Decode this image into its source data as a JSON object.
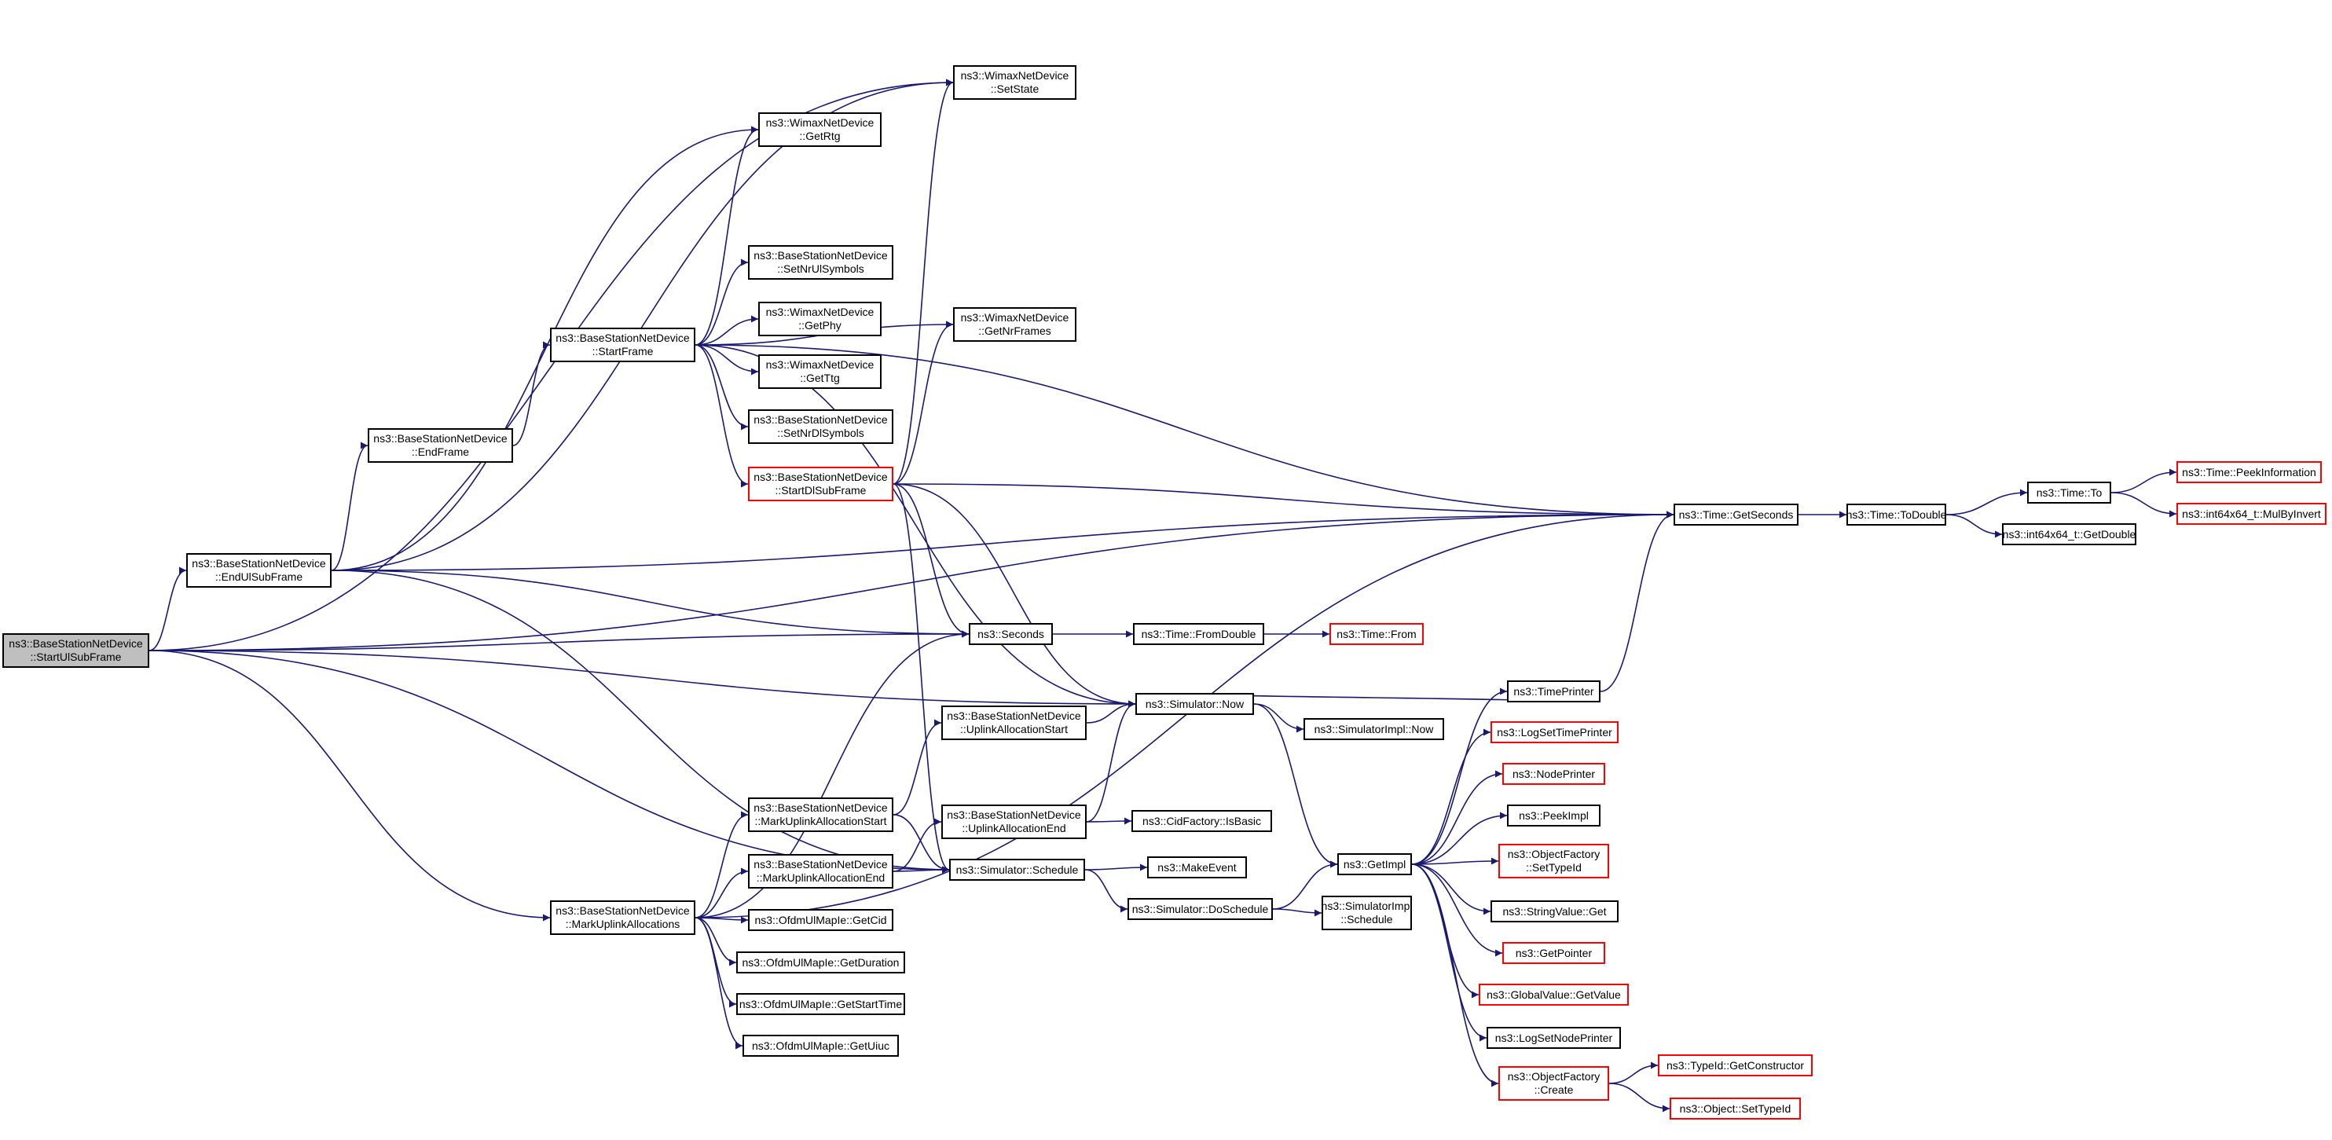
{
  "diagram": {
    "type": "call-graph",
    "colors": {
      "edge": "#191970",
      "node_border": "#000000",
      "truncated_node_border": "#ff0000",
      "root_fill": "#bfbfbf",
      "node_fill": "#ffffff"
    },
    "nodes": [
      {
        "id": "startulsubframe",
        "lines": [
          "ns3::BaseStationNetDevice",
          "::StartUlSubFrame"
        ],
        "style": "root"
      },
      {
        "id": "endulsubframe",
        "lines": [
          "ns3::BaseStationNetDevice",
          "::EndUlSubFrame"
        ],
        "style": "normal"
      },
      {
        "id": "endframe",
        "lines": [
          "ns3::BaseStationNetDevice",
          "::EndFrame"
        ],
        "style": "normal"
      },
      {
        "id": "startframe",
        "lines": [
          "ns3::BaseStationNetDevice",
          "::StartFrame"
        ],
        "style": "normal"
      },
      {
        "id": "getrtg",
        "lines": [
          "ns3::WimaxNetDevice",
          "::GetRtg"
        ],
        "style": "normal"
      },
      {
        "id": "setstate",
        "lines": [
          "ns3::WimaxNetDevice",
          "::SetState"
        ],
        "style": "normal"
      },
      {
        "id": "setnrulsymbols",
        "lines": [
          "ns3::BaseStationNetDevice",
          "::SetNrUlSymbols"
        ],
        "style": "normal"
      },
      {
        "id": "getphy",
        "lines": [
          "ns3::WimaxNetDevice",
          "::GetPhy"
        ],
        "style": "normal"
      },
      {
        "id": "getttg",
        "lines": [
          "ns3::WimaxNetDevice",
          "::GetTtg"
        ],
        "style": "normal"
      },
      {
        "id": "setnrdlsymbols",
        "lines": [
          "ns3::BaseStationNetDevice",
          "::SetNrDlSymbols"
        ],
        "style": "normal"
      },
      {
        "id": "startdlsubframe",
        "lines": [
          "ns3::BaseStationNetDevice",
          "::StartDlSubFrame"
        ],
        "style": "truncated"
      },
      {
        "id": "getnrframes",
        "lines": [
          "ns3::WimaxNetDevice",
          "::GetNrFrames"
        ],
        "style": "normal"
      },
      {
        "id": "markuplinkallocations",
        "lines": [
          "ns3::BaseStationNetDevice",
          "::MarkUplinkAllocations"
        ],
        "style": "normal"
      },
      {
        "id": "markuplinkallocationstart",
        "lines": [
          "ns3::BaseStationNetDevice",
          "::MarkUplinkAllocationStart"
        ],
        "style": "normal"
      },
      {
        "id": "markuplinkallocationend",
        "lines": [
          "ns3::BaseStationNetDevice",
          "::MarkUplinkAllocationEnd"
        ],
        "style": "normal"
      },
      {
        "id": "getcid",
        "lines": [
          "ns3::OfdmUlMapIe::GetCid"
        ],
        "style": "normal"
      },
      {
        "id": "getduration",
        "lines": [
          "ns3::OfdmUlMapIe::GetDuration"
        ],
        "style": "normal"
      },
      {
        "id": "getstarttime",
        "lines": [
          "ns3::OfdmUlMapIe::GetStartTime"
        ],
        "style": "normal"
      },
      {
        "id": "getuiuc",
        "lines": [
          "ns3::OfdmUlMapIe::GetUiuc"
        ],
        "style": "normal"
      },
      {
        "id": "uplinkallocationstart",
        "lines": [
          "ns3::BaseStationNetDevice",
          "::UplinkAllocationStart"
        ],
        "style": "normal"
      },
      {
        "id": "uplinkallocationend",
        "lines": [
          "ns3::BaseStationNetDevice",
          "::UplinkAllocationEnd"
        ],
        "style": "normal"
      },
      {
        "id": "seconds",
        "lines": [
          "ns3::Seconds"
        ],
        "style": "normal"
      },
      {
        "id": "simulatornow",
        "lines": [
          "ns3::Simulator::Now"
        ],
        "style": "normal"
      },
      {
        "id": "simulatorschedule",
        "lines": [
          "ns3::Simulator::Schedule"
        ],
        "style": "normal"
      },
      {
        "id": "fromdouble",
        "lines": [
          "ns3::Time::FromDouble"
        ],
        "style": "normal"
      },
      {
        "id": "timefrom",
        "lines": [
          "ns3::Time::From"
        ],
        "style": "truncated"
      },
      {
        "id": "simulatorimplnow",
        "lines": [
          "ns3::SimulatorImpl::Now"
        ],
        "style": "normal"
      },
      {
        "id": "cidfactoryisbasic",
        "lines": [
          "ns3::CidFactory::IsBasic"
        ],
        "style": "normal"
      },
      {
        "id": "makeevent",
        "lines": [
          "ns3::MakeEvent"
        ],
        "style": "normal"
      },
      {
        "id": "doschedule",
        "lines": [
          "ns3::Simulator::DoSchedule"
        ],
        "style": "normal"
      },
      {
        "id": "simulatorimplschedule",
        "lines": [
          "ns3::SimulatorImpl",
          "::Schedule"
        ],
        "style": "normal"
      },
      {
        "id": "getimpl",
        "lines": [
          "ns3::GetImpl"
        ],
        "style": "normal"
      },
      {
        "id": "timeprinter",
        "lines": [
          "ns3::TimePrinter"
        ],
        "style": "normal"
      },
      {
        "id": "gettimeseconds",
        "lines": [
          "ns3::Time::GetSeconds"
        ],
        "style": "normal"
      },
      {
        "id": "todouble",
        "lines": [
          "ns3::Time::ToDouble"
        ],
        "style": "normal"
      },
      {
        "id": "timeto",
        "lines": [
          "ns3::Time::To"
        ],
        "style": "normal"
      },
      {
        "id": "getdouble",
        "lines": [
          "ns3::int64x64_t::GetDouble"
        ],
        "style": "normal"
      },
      {
        "id": "peekinformation",
        "lines": [
          "ns3::Time::PeekInformation"
        ],
        "style": "truncated"
      },
      {
        "id": "mulbyinvert",
        "lines": [
          "ns3::int64x64_t::MulByInvert"
        ],
        "style": "truncated"
      },
      {
        "id": "logsettimeprinter",
        "lines": [
          "ns3::LogSetTimePrinter"
        ],
        "style": "truncated"
      },
      {
        "id": "nodeprinter",
        "lines": [
          "ns3::NodePrinter"
        ],
        "style": "truncated"
      },
      {
        "id": "peekimpl",
        "lines": [
          "ns3::PeekImpl"
        ],
        "style": "normal"
      },
      {
        "id": "settypeid",
        "lines": [
          "ns3::ObjectFactory",
          "::SetTypeId"
        ],
        "style": "truncated"
      },
      {
        "id": "stringvalueget",
        "lines": [
          "ns3::StringValue::Get"
        ],
        "style": "normal"
      },
      {
        "id": "getpointer",
        "lines": [
          "ns3::GetPointer"
        ],
        "style": "truncated"
      },
      {
        "id": "globalvaluegetvalue",
        "lines": [
          "ns3::GlobalValue::GetValue"
        ],
        "style": "truncated"
      },
      {
        "id": "logsetnodeprinter",
        "lines": [
          "ns3::LogSetNodePrinter"
        ],
        "style": "normal"
      },
      {
        "id": "objectfactorycreate",
        "lines": [
          "ns3::ObjectFactory",
          "::Create"
        ],
        "style": "truncated"
      },
      {
        "id": "getconstructor",
        "lines": [
          "ns3::TypeId::GetConstructor"
        ],
        "style": "truncated"
      },
      {
        "id": "objectsettypeid",
        "lines": [
          "ns3::Object::SetTypeId"
        ],
        "style": "truncated"
      }
    ],
    "edges": [
      [
        "startulsubframe",
        "endulsubframe"
      ],
      [
        "startulsubframe",
        "setstate"
      ],
      [
        "startulsubframe",
        "gettimeseconds"
      ],
      [
        "startulsubframe",
        "seconds"
      ],
      [
        "startulsubframe",
        "simulatornow"
      ],
      [
        "startulsubframe",
        "markuplinkallocations"
      ],
      [
        "startulsubframe",
        "simulatorschedule"
      ],
      [
        "endulsubframe",
        "endframe"
      ],
      [
        "endulsubframe",
        "getrtg"
      ],
      [
        "endulsubframe",
        "setstate"
      ],
      [
        "endulsubframe",
        "gettimeseconds"
      ],
      [
        "endulsubframe",
        "seconds"
      ],
      [
        "endulsubframe",
        "simulatorschedule"
      ],
      [
        "endframe",
        "startframe"
      ],
      [
        "startframe",
        "getrtg"
      ],
      [
        "startframe",
        "setnrulsymbols"
      ],
      [
        "startframe",
        "getphy"
      ],
      [
        "startframe",
        "getttg"
      ],
      [
        "startframe",
        "setnrdlsymbols"
      ],
      [
        "startframe",
        "startdlsubframe"
      ],
      [
        "startframe",
        "getnrframes"
      ],
      [
        "startframe",
        "gettimeseconds"
      ],
      [
        "startframe",
        "simulatornow"
      ],
      [
        "startdlsubframe",
        "setstate"
      ],
      [
        "startdlsubframe",
        "getnrframes"
      ],
      [
        "startdlsubframe",
        "gettimeseconds"
      ],
      [
        "startdlsubframe",
        "seconds"
      ],
      [
        "startdlsubframe",
        "simulatornow"
      ],
      [
        "startdlsubframe",
        "simulatorschedule"
      ],
      [
        "markuplinkallocations",
        "markuplinkallocationstart"
      ],
      [
        "markuplinkallocations",
        "markuplinkallocationend"
      ],
      [
        "markuplinkallocations",
        "getcid"
      ],
      [
        "markuplinkallocations",
        "getduration"
      ],
      [
        "markuplinkallocations",
        "getstarttime"
      ],
      [
        "markuplinkallocations",
        "getuiuc"
      ],
      [
        "markuplinkallocations",
        "seconds"
      ],
      [
        "markuplinkallocations",
        "gettimeseconds"
      ],
      [
        "markuplinkallocationstart",
        "uplinkallocationstart"
      ],
      [
        "markuplinkallocationstart",
        "simulatorschedule"
      ],
      [
        "markuplinkallocationend",
        "uplinkallocationend"
      ],
      [
        "markuplinkallocationend",
        "simulatorschedule"
      ],
      [
        "uplinkallocationstart",
        "simulatornow"
      ],
      [
        "uplinkallocationend",
        "simulatornow"
      ],
      [
        "uplinkallocationend",
        "cidfactoryisbasic"
      ],
      [
        "seconds",
        "fromdouble"
      ],
      [
        "fromdouble",
        "timefrom"
      ],
      [
        "simulatornow",
        "simulatorimplnow"
      ],
      [
        "simulatornow",
        "getimpl"
      ],
      [
        "simulatorschedule",
        "makeevent"
      ],
      [
        "simulatorschedule",
        "doschedule"
      ],
      [
        "doschedule",
        "getimpl"
      ],
      [
        "doschedule",
        "simulatorimplschedule"
      ],
      [
        "timeprinter",
        "simulatornow"
      ],
      [
        "timeprinter",
        "gettimeseconds"
      ],
      [
        "getimpl",
        "timeprinter"
      ],
      [
        "getimpl",
        "logsettimeprinter"
      ],
      [
        "getimpl",
        "nodeprinter"
      ],
      [
        "getimpl",
        "peekimpl"
      ],
      [
        "getimpl",
        "settypeid"
      ],
      [
        "getimpl",
        "stringvalueget"
      ],
      [
        "getimpl",
        "getpointer"
      ],
      [
        "getimpl",
        "globalvaluegetvalue"
      ],
      [
        "getimpl",
        "logsetnodeprinter"
      ],
      [
        "getimpl",
        "objectfactorycreate"
      ],
      [
        "objectfactorycreate",
        "getconstructor"
      ],
      [
        "objectfactorycreate",
        "objectsettypeid"
      ],
      [
        "gettimeseconds",
        "todouble"
      ],
      [
        "todouble",
        "timeto"
      ],
      [
        "todouble",
        "getdouble"
      ],
      [
        "timeto",
        "peekinformation"
      ],
      [
        "timeto",
        "mulbyinvert"
      ]
    ]
  }
}
